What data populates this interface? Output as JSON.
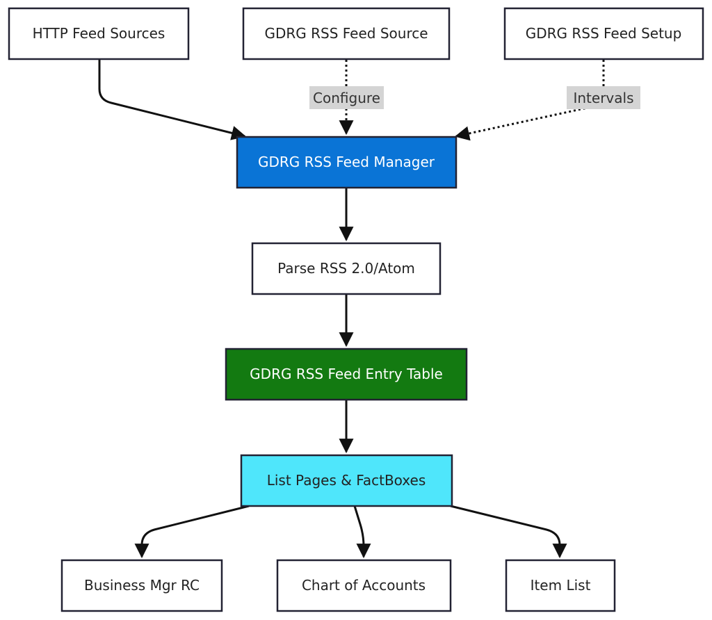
{
  "nodes": {
    "http_sources": "HTTP Feed Sources",
    "feed_source": "GDRG RSS Feed Source",
    "feed_setup": "GDRG RSS Feed Setup",
    "feed_manager": "GDRG RSS Feed Manager",
    "parse": "Parse RSS 2.0/Atom",
    "entry_table": "GDRG RSS Feed Entry Table",
    "list_pages": "List Pages & FactBoxes",
    "business_mgr": "Business Mgr RC",
    "chart_accounts": "Chart of Accounts",
    "item_list": "Item List"
  },
  "edge_labels": {
    "configure": "Configure",
    "intervals": "Intervals"
  },
  "colors": {
    "manager_fill": "#0a74d6",
    "entry_table_fill": "#137a11",
    "list_pages_fill": "#4fe6fb",
    "default_fill": "#ffffff",
    "border": "#222233",
    "label_bg": "#d4d4d4"
  }
}
